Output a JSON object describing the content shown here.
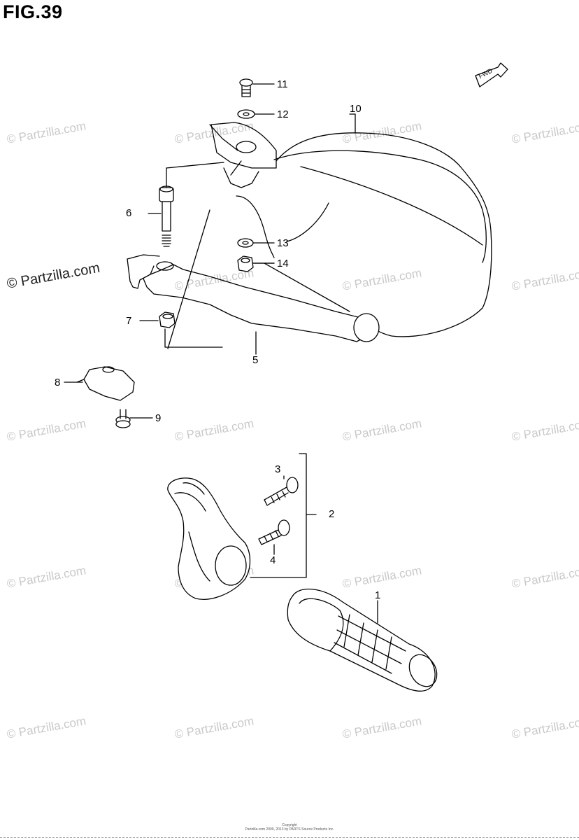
{
  "figure": {
    "title": "FIG.39"
  },
  "fwd_badge": {
    "label": "FWD"
  },
  "watermark": {
    "text": "© Partzilla.com"
  },
  "callouts": [
    "1",
    "2",
    "3",
    "4",
    "5",
    "6",
    "7",
    "8",
    "9",
    "10",
    "11",
    "12",
    "13",
    "14"
  ],
  "footer": {
    "copyright_line1": "Copyright",
    "copyright_line2": "Partzilla.com 2009, 2013 by PARTS Source Products Inc."
  },
  "colors": {
    "line": "#000000",
    "watermark": "#c9c9c9",
    "background": "#ffffff"
  }
}
